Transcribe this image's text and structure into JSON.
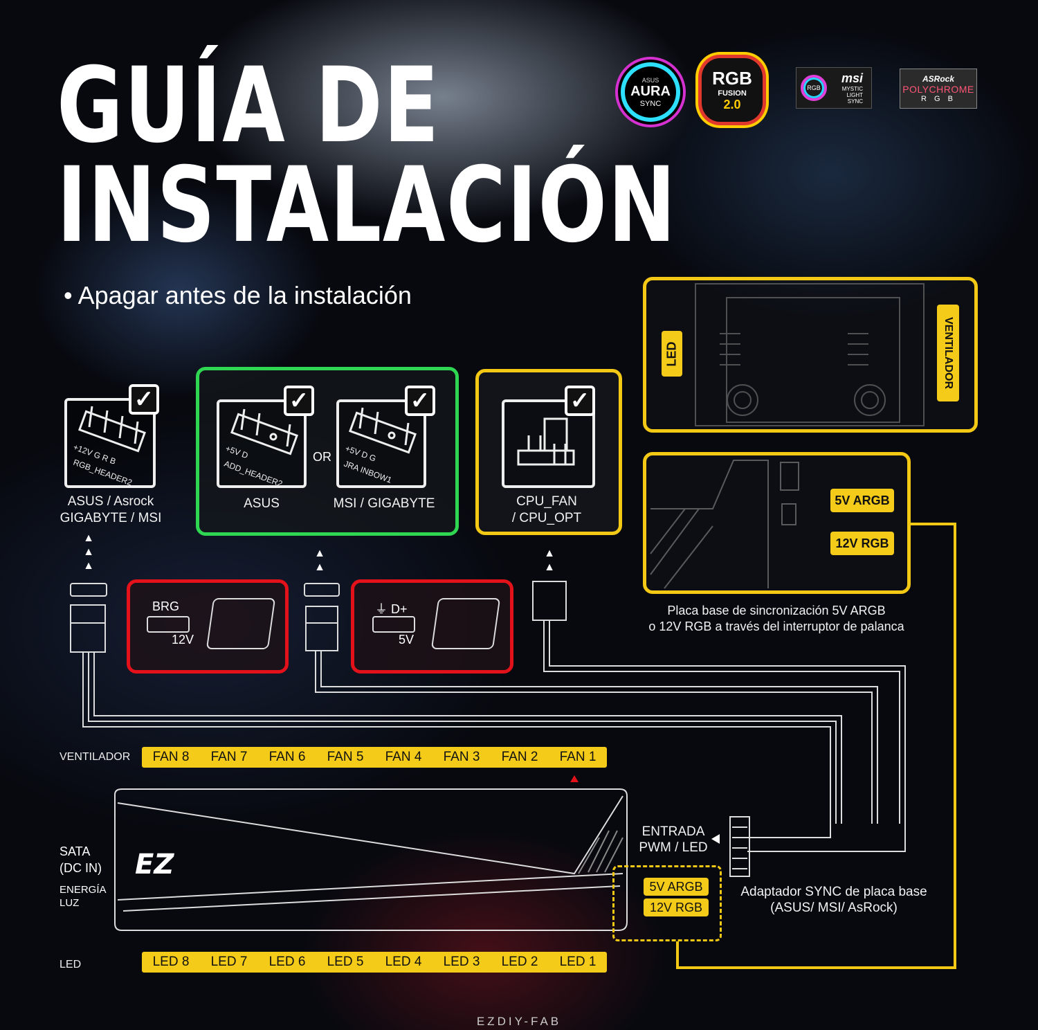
{
  "title": {
    "line1": "GUÍA DE",
    "line2": "INSTALACIÓN"
  },
  "bullet": "• Apagar antes de la instalación",
  "logos": [
    {
      "name": "asus-aura-sync",
      "top": "ASUS",
      "mid": "AURA",
      "bottom": "SYNC"
    },
    {
      "name": "rgb-fusion",
      "top": "RGB",
      "mid": "FUSION",
      "bottom": "2.0"
    },
    {
      "name": "msi-mystic-light",
      "top": "msi",
      "mid": "MYSTIC LIGHT SYNC",
      "ring": "RGB"
    },
    {
      "name": "asrock-polychrome",
      "top": "ASRock",
      "mid": "POLYCHROME",
      "bottom": "R G B"
    }
  ],
  "headers": {
    "rgb": {
      "pins": "+12V G R B",
      "name": "RGB_HEADER2",
      "label1": "ASUS / Asrock",
      "label2": "GIGABYTE / MSI"
    },
    "asus": {
      "pins": "+5V D",
      "name": "ADD_HEADER2",
      "label": "ASUS"
    },
    "or": "OR",
    "msi": {
      "pins": "+5V D G",
      "name": "JRA INBOW1",
      "label": "MSI / GIGABYTE"
    },
    "cpu": {
      "label1": "CPU_FAN",
      "label2": "/ CPU_OPT"
    }
  },
  "connectors": {
    "brg": {
      "top": "BRG",
      "bottom": "12V"
    },
    "argb": {
      "top": "⏚ D+",
      "bottom": "5V"
    }
  },
  "board_panel": {
    "led": "LED",
    "fan": "VENTILADOR"
  },
  "switch_panel": {
    "opt1": "5V ARGB",
    "opt2": "12V RGB",
    "caption1": "Placa base de sincronización 5V ARGB",
    "caption2": "o 12V RGB a través del interruptor de palanca"
  },
  "fan_row": {
    "label": "VENTILADOR",
    "items": [
      "FAN 8",
      "FAN 7",
      "FAN 6",
      "FAN 5",
      "FAN 4",
      "FAN 3",
      "FAN 2",
      "FAN 1"
    ]
  },
  "led_row": {
    "label": "LED",
    "items": [
      "LED 8",
      "LED 7",
      "LED 6",
      "LED 5",
      "LED 4",
      "LED 3",
      "LED 2",
      "LED 1"
    ]
  },
  "hub": {
    "sata1": "SATA",
    "sata2": "(DC IN)",
    "energy1": "ENERGÍA",
    "energy2": "LUZ",
    "entrada1": "ENTRADA",
    "entrada2": "PWM / LED",
    "mode1": "5V ARGB",
    "mode2": "12V RGB",
    "adapter1": "Adaptador SYNC de placa base",
    "adapter2": "(ASUS/ MSI/ AsRock)"
  },
  "brand": "EZDIY-FAB",
  "colors": {
    "yellow": "#f4cb18",
    "green": "#2fd651",
    "red": "#e3121a"
  }
}
